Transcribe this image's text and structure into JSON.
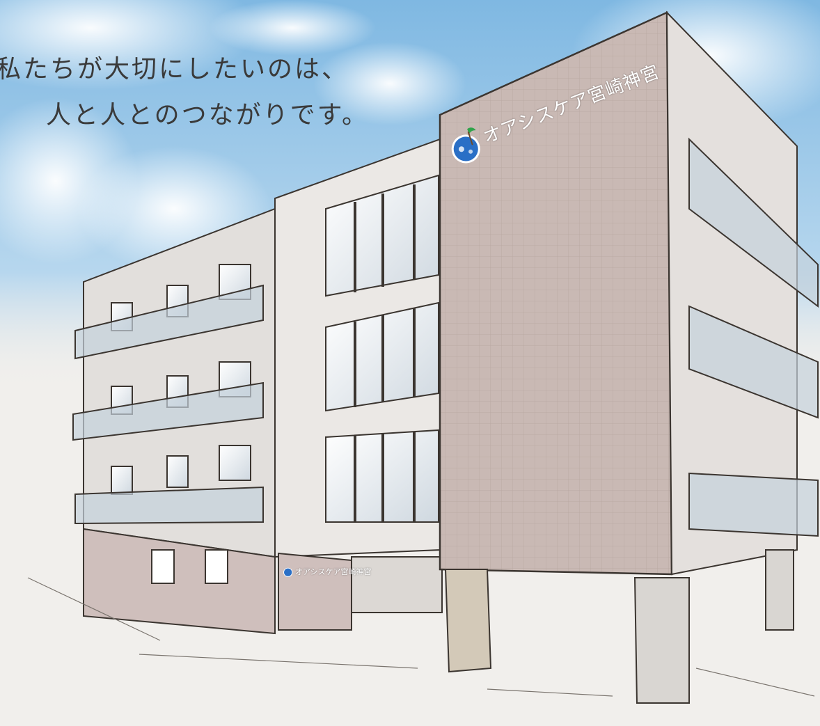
{
  "tagline": {
    "line1": "私たちが大切にしたいのは、",
    "line2": "人と人とのつながりです。"
  },
  "sign": {
    "main_text": "オアシスケア宮崎神宮",
    "small_text": "オアシスケア宮崎神宮"
  },
  "colors": {
    "sky": "#8ec3e6",
    "paper": "#f1efec",
    "tile_panel": "#c9b9b4",
    "wall": "#e6e3e0",
    "window_frame": "#3b3530",
    "glass": "#e8edf1"
  },
  "icons": [
    "logo-icon",
    "palm-tree-icon"
  ]
}
